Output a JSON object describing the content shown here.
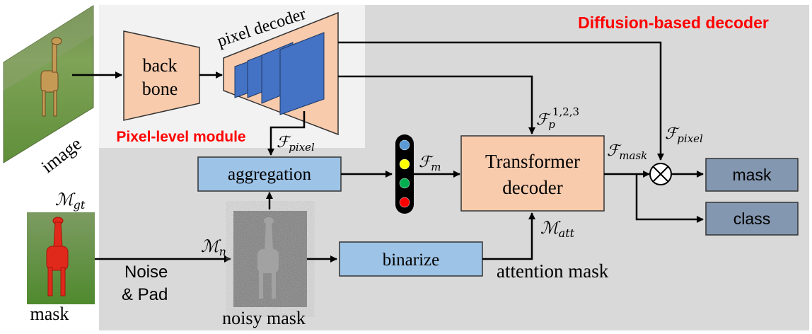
{
  "title": "Diffusion-based decoder",
  "pixel_level_module": "Pixel-level module",
  "backbone": {
    "line1": "back",
    "line2": "bone"
  },
  "pixel_decoder": "pixel decoder",
  "aggregation": "aggregation",
  "transformer": {
    "line1": "Transformer",
    "line2": "decoder"
  },
  "binarize": "binarize",
  "outputs": {
    "mask": "mask",
    "class": "class"
  },
  "labels": {
    "image": "image",
    "mask": "mask",
    "noisy_mask": "noisy mask",
    "noise_pad_line1": "Noise",
    "noise_pad_line2": "& Pad",
    "attention_mask": "attention mask"
  },
  "symbols": {
    "f_pixel_glyph": "ℱ",
    "f_pixel_sub": "pixel",
    "f_pixel2_glyph": "ℱ",
    "f_pixel2_sub": "pixel",
    "f_m_glyph": "ℱ",
    "f_m_sub": "m",
    "f_p_glyph": "ℱ",
    "f_p_sub": "p",
    "f_p_sup": "1,2,3",
    "f_mask_glyph": "ℱ",
    "f_mask_sub": "mask",
    "m_gt_glyph": "ℳ",
    "m_gt_sub": "gt",
    "m_n_glyph": "ℳ",
    "m_n_sub": "n",
    "m_att_glyph": "ℳ",
    "m_att_sub": "att"
  },
  "colors": {
    "panel_gray": "#d9d9d9",
    "panel_white": "#f2f2f2",
    "peach": "#f8cbad",
    "light_blue": "#9dc3e6",
    "slate": "#8497b0",
    "feature_blue": "#4472c4",
    "title_red": "#ff0000"
  },
  "queue_dots": [
    "#5b9bd5",
    "#ffff00",
    "#00b050",
    "#ff0000"
  ]
}
